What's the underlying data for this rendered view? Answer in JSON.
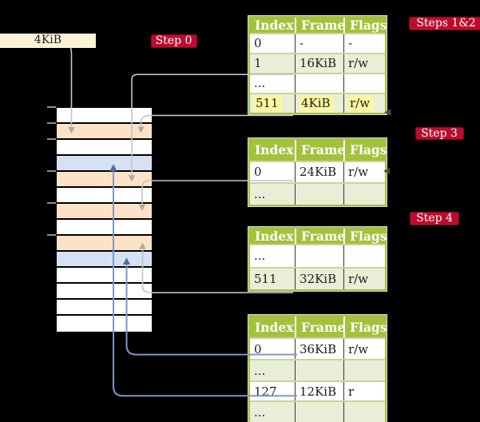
{
  "frame_size_box": {
    "label": "4KiB"
  },
  "step_labels": {
    "step0": "Step 0",
    "steps_1_2": "Steps 1&2",
    "step3": "Step 3",
    "step4": "Step 4"
  },
  "memory_column": {
    "row_types": [
      "free",
      "pagetable",
      "free",
      "mapped",
      "pagetable",
      "free",
      "pagetable",
      "free",
      "pagetable",
      "mapped",
      "free",
      "free",
      "free",
      "free"
    ]
  },
  "tables": {
    "t1": {
      "headers": [
        "Index",
        "Frame",
        "Flags"
      ],
      "rows": [
        {
          "index": "0",
          "frame": "-",
          "flags": "-"
        },
        {
          "index": "1",
          "frame": "16KiB",
          "flags": "r/w"
        },
        {
          "index": "...",
          "frame": "",
          "flags": ""
        },
        {
          "index": "511",
          "frame": "4KiB",
          "flags": "r/w",
          "highlighted": true
        }
      ]
    },
    "t2": {
      "headers": [
        "Index",
        "Frame",
        "Flags"
      ],
      "rows": [
        {
          "index": "0",
          "frame": "24KiB",
          "flags": "r/w"
        },
        {
          "index": "...",
          "frame": "",
          "flags": ""
        }
      ]
    },
    "t3": {
      "headers": [
        "Index",
        "Frame",
        "Flags"
      ],
      "rows": [
        {
          "index": "...",
          "frame": "",
          "flags": ""
        },
        {
          "index": "511",
          "frame": "32KiB",
          "flags": "r/w"
        }
      ]
    },
    "t4": {
      "headers": [
        "Index",
        "Frame",
        "Flags"
      ],
      "rows": [
        {
          "index": "0",
          "frame": "36KiB",
          "flags": "r/w"
        },
        {
          "index": "...",
          "frame": "",
          "flags": ""
        },
        {
          "index": "127",
          "frame": "12KiB",
          "flags": "r"
        },
        {
          "index": "...",
          "frame": "",
          "flags": ""
        }
      ]
    }
  },
  "connectors": [
    {
      "from": "frame-size-box",
      "to": "memory-row-2",
      "style": "gray-arrow-down"
    },
    {
      "from": "table1-row-1",
      "to": "memory-row-5",
      "style": "gray-arrow-down"
    },
    {
      "from": "table1-row-511",
      "to": "memory-row-2",
      "style": "gray-arrow-down"
    },
    {
      "from": "table2-row-0",
      "to": "memory-row-7",
      "style": "gray-arrow-down"
    },
    {
      "from": "table3-row-511",
      "to": "memory-row-9",
      "style": "gray-arrow-up"
    },
    {
      "from": "table4-row-0",
      "to": "memory-row-10",
      "style": "blue-arrow-up"
    },
    {
      "from": "table4-row-127",
      "to": "memory-row-4",
      "style": "blue-arrow-up"
    }
  ],
  "colors": {
    "accent_green": "#a4c13c",
    "row_green": "#e9efd7",
    "step_red": "#bd0c2e",
    "cream": "#fdf2d6",
    "peach": "#fce3c7",
    "blue_row": "#d6e2f4",
    "highlight": "#fdf6a0",
    "gray_line": "#c4c4c4",
    "blue_line": "#7e98c6"
  }
}
